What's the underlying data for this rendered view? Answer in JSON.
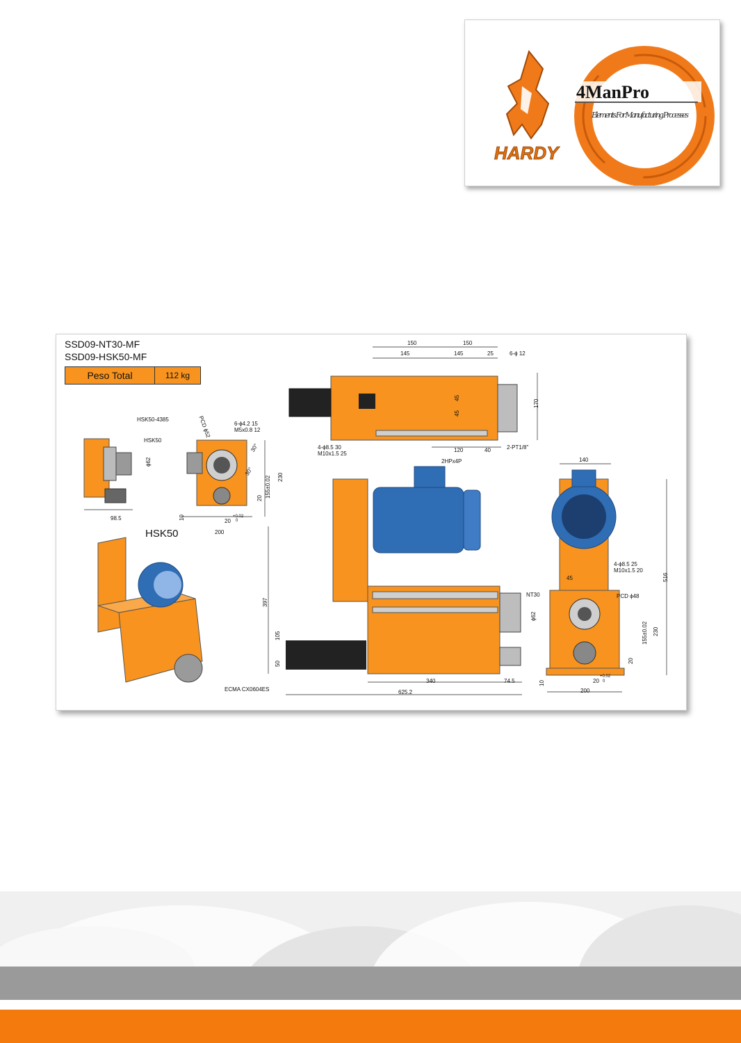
{
  "brand": {
    "hardy_text": "HARDY",
    "manpro_text": "4ManPro",
    "manpro_tagline": "Elements For Manufacturing Processes",
    "accent_orange": "#f47a0e",
    "band_gray": "#9a9a9a"
  },
  "drawing": {
    "model_1": "SSD09-NT30-MF",
    "model_2": "SSD09-HSK50-MF",
    "weight_label": "Peso Total",
    "weight_value": "112 kg",
    "hsk_view_title": "HSK50",
    "body_color": "#f7931e",
    "motor_color": "#2f6db5",
    "top_view": {
      "dims": [
        "150",
        "150",
        "145",
        "145",
        "25",
        "6-ϕ 12",
        "45",
        "45",
        "170",
        "120",
        "40",
        "2-PT1/8\"",
        "4-ϕ8.5 30",
        "M10x1.5 25"
      ]
    },
    "hsk_view": {
      "dims": [
        "HSK50-4385",
        "HSK50",
        "ϕ62",
        "98.5",
        "PCD ϕ52",
        "6-ϕ4.2 15",
        "M5x0.8 12",
        "30°",
        "30°",
        "230",
        "155±0.02",
        "20",
        "10",
        "20",
        "+0.02",
        "0",
        "200"
      ]
    },
    "front_view": {
      "dims": [
        "2HPx4P",
        "NT30",
        "ϕ62",
        "397",
        "105",
        "50",
        "340",
        "74.5",
        "625.2",
        "ECMA CX0604ES"
      ]
    },
    "side_view": {
      "dims": [
        "140",
        "516",
        "4-ϕ8.5 25",
        "M10x1.5 20",
        "45",
        "PCD ϕ48",
        "230",
        "155±0.02",
        "20",
        "10",
        "20",
        "+0.02",
        "0",
        "200"
      ]
    }
  }
}
